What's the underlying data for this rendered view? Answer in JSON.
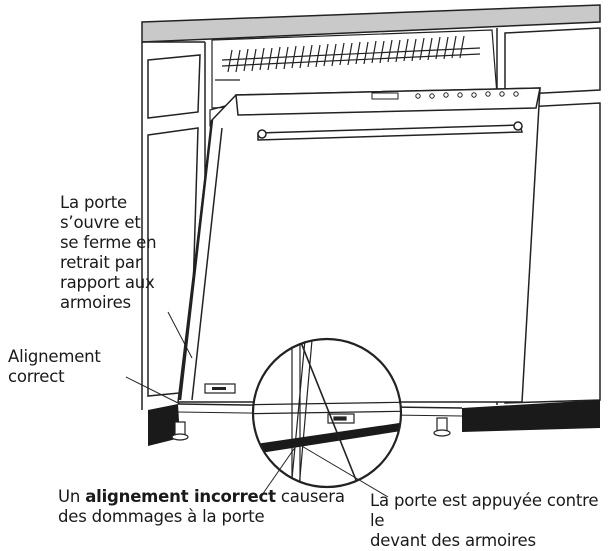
{
  "labels": {
    "door_recess": [
      "La porte",
      "s’ouvre et",
      "se ferme en",
      "retrait par",
      "rapport aux",
      "armoires"
    ],
    "correct_alignment": [
      "Alignement",
      "correct"
    ],
    "incorrect_prefix": "Un ",
    "incorrect_bold": "alignement incorrect",
    "incorrect_suffix": " causera",
    "incorrect_line2": "des dommages à la porte",
    "door_pressed": [
      "La porte est appuyée contre le",
      "devant des armoires"
    ]
  }
}
